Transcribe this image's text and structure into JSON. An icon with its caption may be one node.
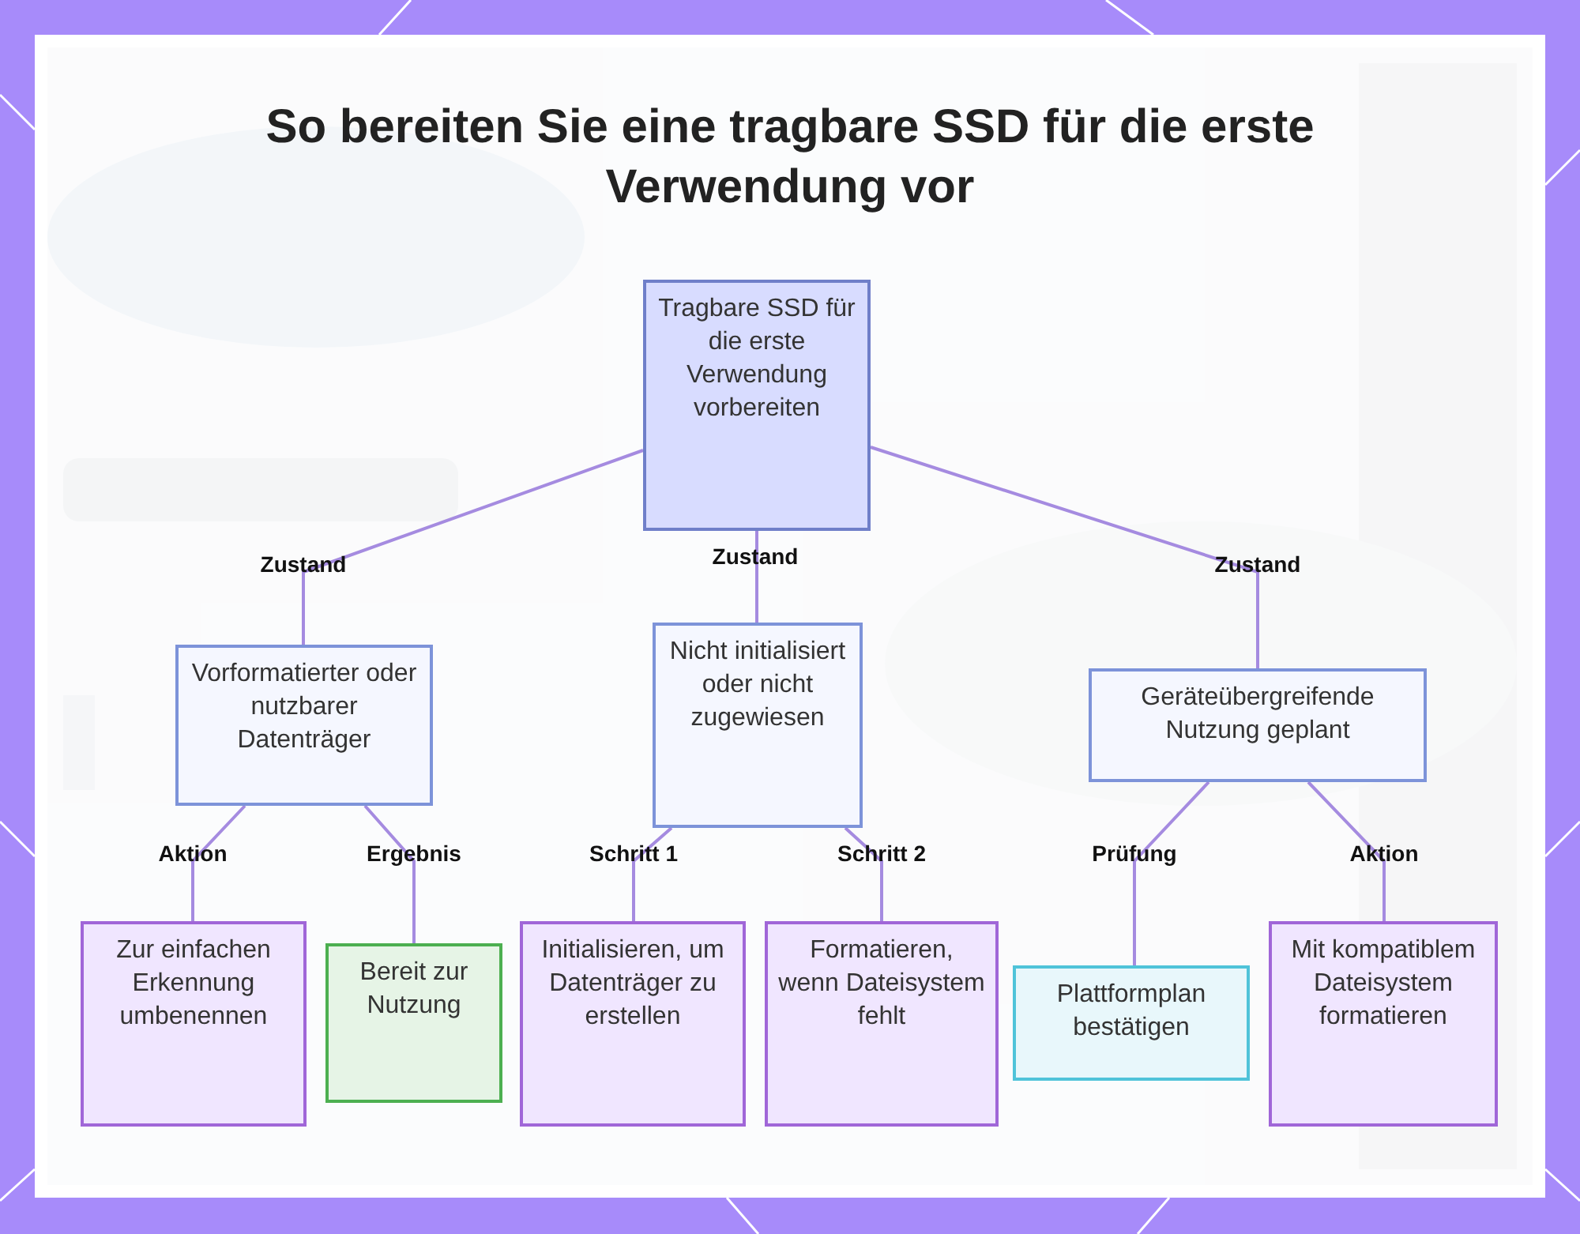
{
  "diagram": {
    "title": "So bereiten Sie eine tragbare SSD für die erste Verwendung vor",
    "nodes": [
      {
        "text": [
          "Tragbare SSD für die erste Verwendung vorbereiten"
        ]
      },
      {
        "text": [
          "Vorformatierter oder nutzbarer Datenträger"
        ]
      },
      {
        "text": [
          "Nicht initialisiert oder nicht zugewiesen"
        ]
      },
      {
        "text": [
          "Geräteübergreifende Nutzung geplant"
        ]
      },
      {
        "text": [
          "Zur einfachen Erkennung umbenennen"
        ]
      },
      {
        "text": [
          "Bereit zur Nutzung"
        ]
      },
      {
        "text": [
          "Initialisieren, um Datenträger zu erstellen"
        ]
      },
      {
        "text": [
          "Formatieren, wenn Dateisystem fehlt"
        ]
      },
      {
        "text": [
          "Plattformplan bestätigen"
        ]
      },
      {
        "text": [
          "Mit kompatiblem Dateisystem formatieren"
        ]
      }
    ],
    "edges": [
      {
        "from": 0,
        "to": 1,
        "arrow": "none",
        "label": "Zustand"
      },
      {
        "from": 0,
        "to": 2,
        "arrow": "none",
        "label": "Zustand"
      },
      {
        "from": 0,
        "to": 3,
        "arrow": "none",
        "label": "Zustand"
      },
      {
        "from": 1,
        "to": 4,
        "arrow": "none",
        "label": "Aktion"
      },
      {
        "from": 1,
        "to": 5,
        "arrow": "none",
        "label": "Ergebnis"
      },
      {
        "from": 2,
        "to": 6,
        "arrow": "none",
        "label": "Schritt 1"
      },
      {
        "from": 2,
        "to": 7,
        "arrow": "none",
        "label": "Schritt 2"
      },
      {
        "from": 3,
        "to": 8,
        "arrow": "none",
        "label": "Prüfung"
      },
      {
        "from": 3,
        "to": 9,
        "arrow": "none",
        "label": "Aktion"
      }
    ]
  }
}
